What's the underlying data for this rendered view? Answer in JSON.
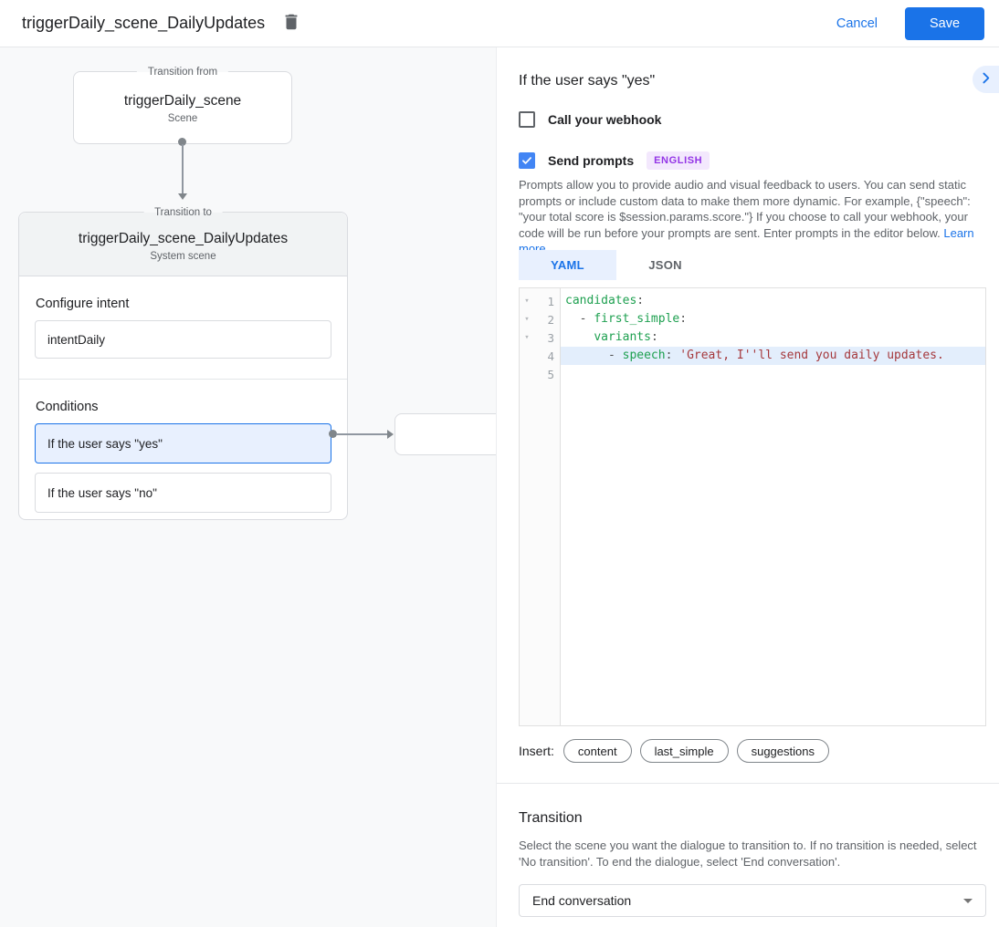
{
  "header": {
    "title": "triggerDaily_scene_DailyUpdates",
    "cancel_label": "Cancel",
    "save_label": "Save"
  },
  "flow": {
    "from_card": {
      "legend": "Transition from",
      "title": "triggerDaily_scene",
      "subtitle": "Scene"
    },
    "to_card": {
      "legend": "Transition to",
      "title": "triggerDaily_scene_DailyUpdates",
      "subtitle": "System scene",
      "configure_intent_label": "Configure intent",
      "intent_value": "intentDaily",
      "conditions_label": "Conditions",
      "conditions": [
        {
          "label": "If the user says \"yes\"",
          "selected": true
        },
        {
          "label": "If the user says \"no\"",
          "selected": false
        }
      ]
    }
  },
  "panel": {
    "title": "If the user says \"yes\"",
    "webhook": {
      "label": "Call your webhook",
      "checked": false
    },
    "send_prompts": {
      "label": "Send prompts",
      "checked": true,
      "badge": "ENGLISH"
    },
    "description": "Prompts allow you to provide audio and visual feedback to users. You can send static prompts or include custom data to make them more dynamic. For example, {\"speech\": \"your total score is $session.params.score.\"} If you choose to call your webhook, your code will be run before your prompts are sent. Enter prompts in the editor below. ",
    "learn_more_label": "Learn more",
    "tabs": [
      {
        "label": "YAML",
        "active": true
      },
      {
        "label": "JSON",
        "active": false
      }
    ],
    "editor": {
      "lines": [
        {
          "n": "1",
          "fold": true,
          "hl": false,
          "tokens": [
            {
              "c": "key",
              "t": "candidates"
            },
            {
              "c": "p",
              "t": ":"
            }
          ]
        },
        {
          "n": "2",
          "fold": true,
          "hl": false,
          "tokens": [
            {
              "c": "p",
              "t": "  - "
            },
            {
              "c": "key",
              "t": "first_simple"
            },
            {
              "c": "p",
              "t": ":"
            }
          ]
        },
        {
          "n": "3",
          "fold": true,
          "hl": false,
          "tokens": [
            {
              "c": "p",
              "t": "    "
            },
            {
              "c": "key",
              "t": "variants"
            },
            {
              "c": "p",
              "t": ":"
            }
          ]
        },
        {
          "n": "4",
          "fold": false,
          "hl": true,
          "tokens": [
            {
              "c": "p",
              "t": "      - "
            },
            {
              "c": "key",
              "t": "speech"
            },
            {
              "c": "p",
              "t": ": "
            },
            {
              "c": "str",
              "t": "'Great, I''ll send you daily updates."
            }
          ]
        },
        {
          "n": "5",
          "fold": false,
          "hl": false,
          "tokens": []
        }
      ]
    },
    "insert": {
      "label": "Insert:",
      "chips": [
        "content",
        "last_simple",
        "suggestions"
      ]
    },
    "transition": {
      "title": "Transition",
      "description": "Select the scene you want the dialogue to transition to. If no transition is needed, select 'No transition'. To end the dialogue, select 'End conversation'.",
      "value": "End conversation"
    }
  },
  "colors": {
    "accent": "#1a73e8",
    "accent-light": "#e8f0fe",
    "checkbox": "#4285f4",
    "badge-bg": "#f3e8fd",
    "badge-text": "#9334e6",
    "code-key": "#1ea050",
    "code-punct": "#555555",
    "code-str": "#a5383c",
    "line-hl": "#e3eefc",
    "border": "#dadce0",
    "canvas": "#f8f9fa"
  }
}
